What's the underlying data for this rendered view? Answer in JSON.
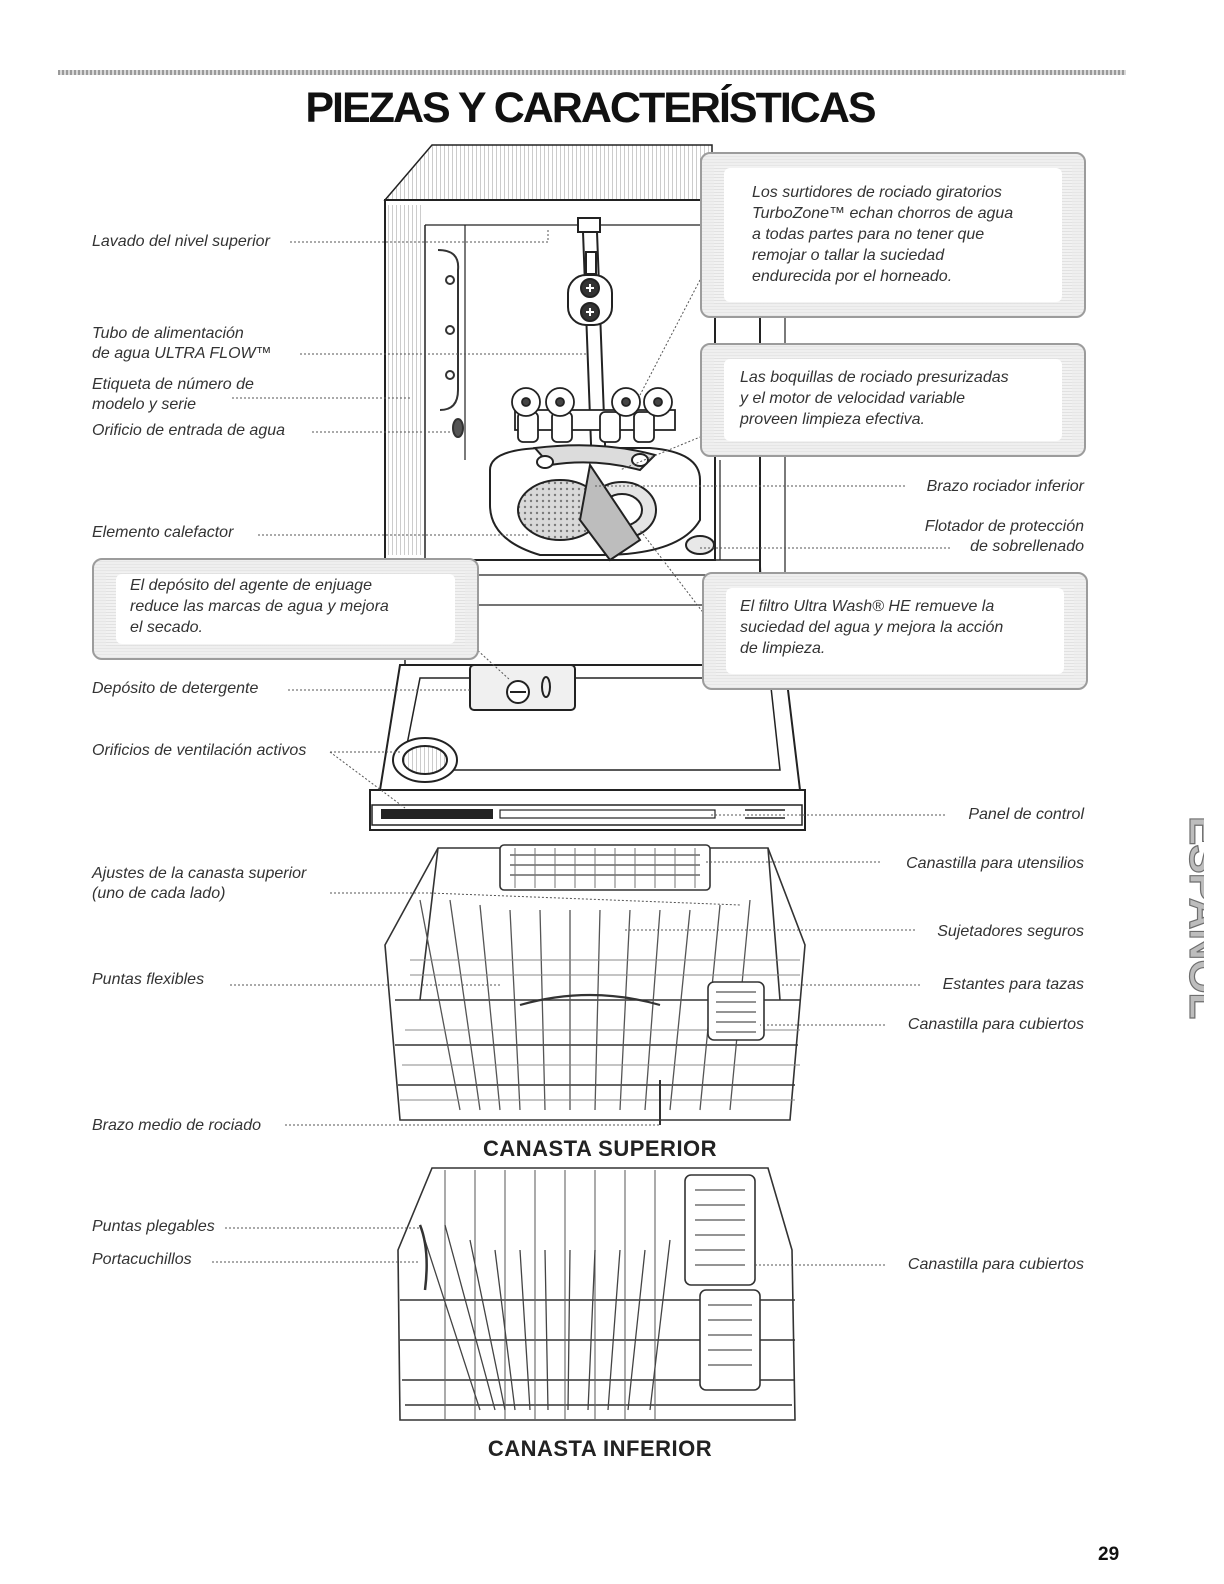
{
  "page": {
    "title": "PIEZAS Y CARACTERÍSTICAS",
    "side_tab": "ESPAÑOL",
    "number": "29"
  },
  "labels_left": {
    "top_level_wash": "Lavado del nivel superior",
    "feed_tube": "Tubo de alimentación\nde agua ULTRA FLOW™",
    "model_label": "Etiqueta de número de\nmodelo y serie",
    "water_inlet": "Orificio de entrada de agua",
    "heating_element": "Elemento calefactor",
    "detergent_dispenser": "Depósito de detergente",
    "active_vents": "Orificios de ventilación activos",
    "upper_rack_adjusters": "Ajustes de la canasta superior\n(uno de cada lado)",
    "flexible_tines": "Puntas flexibles",
    "mid_spray_arm": "Brazo medio de rociado",
    "fold_down_tines": "Puntas plegables",
    "knife_holder": "Portacuchillos"
  },
  "labels_right": {
    "lower_spray_arm": "Brazo rociador inferior",
    "overfill_float": "Flotador de protección\nde sobrellenado",
    "control_panel": "Panel de control",
    "utensil_basket": "Canastilla para utensilios",
    "secure_clips": "Sujetadores seguros",
    "cup_shelves": "Estantes para tazas",
    "upper_silverware_basket": "Canastilla para cubiertos",
    "lower_silverware_basket": "Canastilla para cubiertos"
  },
  "callouts": {
    "turbozone": "Los surtidores de rociado giratorios\nTurboZone™ echan chorros de agua\na todas partes para no tener que\nremojar o tallar la suciedad\nendurecida por el horneado.",
    "nozzles": "Las boquillas de rociado presurizadas\ny el motor de velocidad variable\nproveen limpieza efectiva.",
    "rinse_aid": "El depósito del agente de enjuage\nreduce las marcas de agua y mejora\nel secado.",
    "filter": "El filtro Ultra Wash® HE remueve la\nsuciedad del agua y mejora la acción\nde limpieza."
  },
  "captions": {
    "upper_rack": "CANASTA SUPERIOR",
    "lower_rack": "CANASTA INFERIOR"
  }
}
